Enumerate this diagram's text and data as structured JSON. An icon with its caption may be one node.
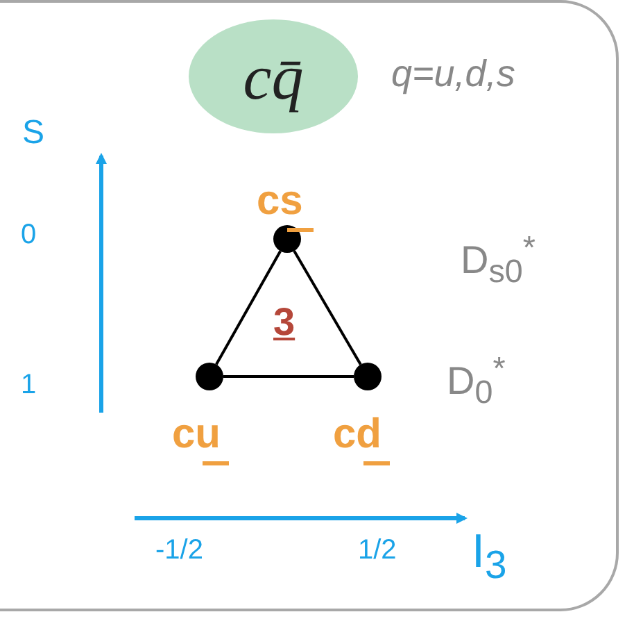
{
  "diagram": {
    "nodes": [
      {
        "text": [
          "cq̄"
        ]
      },
      {
        "text": [],
        "shape": "circle",
        "beside": [
          "cs"
        ]
      },
      {
        "text": [],
        "shape": "circle",
        "beside": [
          "cu"
        ]
      },
      {
        "text": [],
        "shape": "circle",
        "beside": [
          "cd"
        ]
      }
    ],
    "edges": [
      {
        "from": 1,
        "to": 2,
        "arrow": "none"
      },
      {
        "from": 2,
        "to": 3,
        "arrow": "none"
      },
      {
        "from": 3,
        "to": 1,
        "arrow": "none"
      }
    ],
    "labels": [
      "q=u,d,s",
      "S",
      "0",
      "1",
      "3",
      "D$_{s0}$$^{*}$",
      "D$_{0}$$^{*}$",
      "-1/2",
      "1/2",
      "I$_{3}$"
    ]
  }
}
